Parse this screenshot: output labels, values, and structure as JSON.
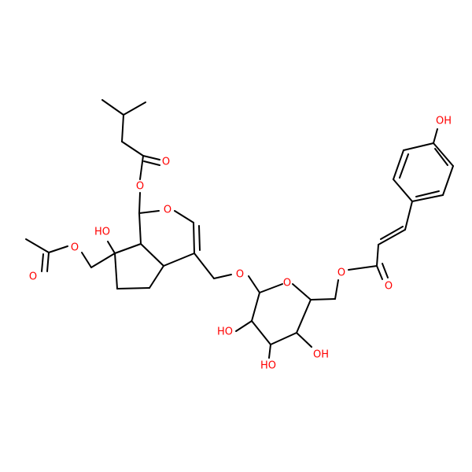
{
  "colors": {
    "background": "#ffffff",
    "carbon_bond": "#000000",
    "oxygen": "#ff0000"
  },
  "atoms": {
    "oh_phenol": "OH",
    "o_ester_carbonyl_isovalerate": "O",
    "o_ester_isovalerate": "O",
    "o_ring_pyran": "O",
    "oh_tertiary": "HO",
    "o_acetate_ester": "O",
    "o_acetate_carbonyl": "O",
    "o_glycosidic": "O",
    "o_ring_sugar": "O",
    "o_cinnamate_ester": "O",
    "o_cinnamate_carbonyl": "O",
    "oh_sugar_c2": "HO",
    "oh_sugar_c3": "OH",
    "oh_sugar_c4": "HO"
  }
}
